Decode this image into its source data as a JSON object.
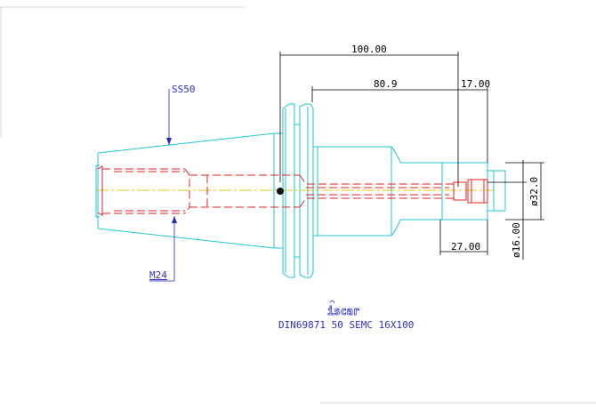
{
  "drawing": {
    "dimensions": {
      "overall_length": "100.00",
      "shank_length": "80.9",
      "nose_length": "17.00",
      "bore_depth": "27.00",
      "body_diameter": "ø32.0",
      "bore_diameter": "ø16.00"
    },
    "callouts": {
      "taper": "SS50",
      "thread": "M24"
    },
    "brand": "iscar",
    "designation": "DIN69871 50 SEMC 16X100"
  }
}
